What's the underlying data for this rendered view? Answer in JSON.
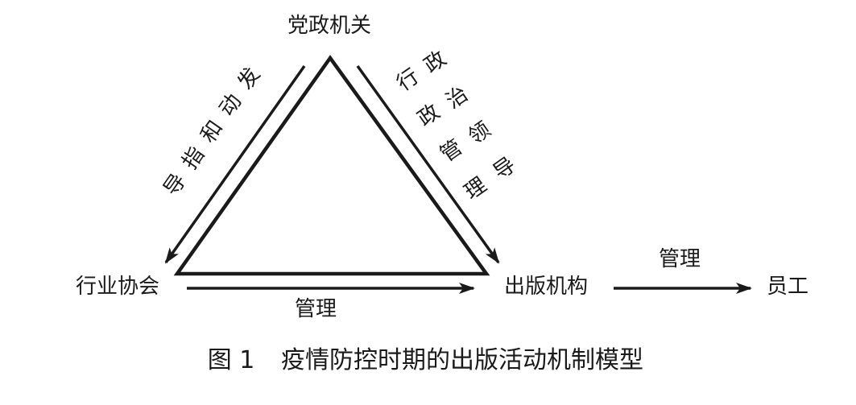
{
  "diagram": {
    "nodes": {
      "party": "党政机关",
      "association": "行业协会",
      "publisher": "出版机构",
      "staff": "员工"
    },
    "edges": {
      "left_side_chars": [
        "发",
        "动",
        "和",
        "指",
        "导"
      ],
      "right_side_col1_chars": [
        "行",
        "政",
        "管",
        "理"
      ],
      "right_side_col2_chars": [
        "政",
        "治",
        "领",
        "导"
      ],
      "bottom_label": "管理",
      "staff_label": "管理"
    },
    "caption": {
      "figure_number": "图 1",
      "title": "疫情防控时期的出版活动机制模型"
    },
    "colors": {
      "line": "#1a1a1a",
      "background": "#ffffff"
    }
  }
}
